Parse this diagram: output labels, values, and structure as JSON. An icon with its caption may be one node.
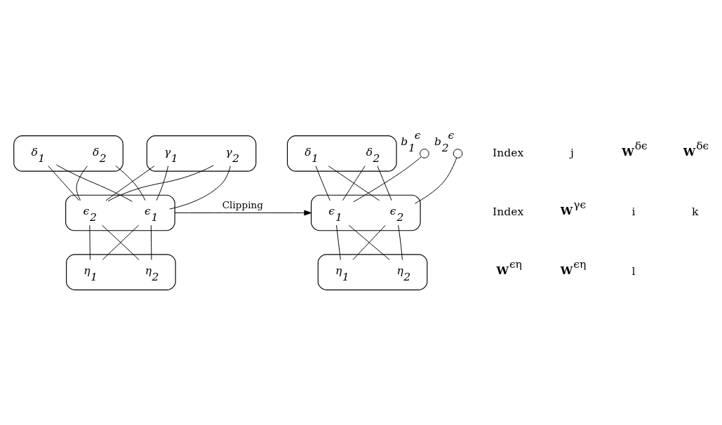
{
  "diagram": {
    "nodes": [
      {
        "text": [],
        "shape": "box"
      },
      {
        "text": [
          "δ$_{1}$"
        ],
        "in": 0
      },
      {
        "text": [
          "δ$_{2}$"
        ],
        "in": 0
      },
      {
        "text": [],
        "shape": "box"
      },
      {
        "text": [
          "γ$_{1}$"
        ],
        "in": 3
      },
      {
        "text": [
          "γ$_{2}$"
        ],
        "in": 3
      },
      {
        "text": [],
        "shape": "box"
      },
      {
        "text": [
          "ϵ$_{1}$"
        ],
        "in": 6
      },
      {
        "text": [
          "ϵ$_{2}$"
        ],
        "in": 6
      },
      {
        "text": [],
        "shape": "box"
      },
      {
        "text": [
          "η$_{1}$"
        ],
        "in": 9
      },
      {
        "text": [
          "η$_{2}$"
        ],
        "in": 9
      },
      {
        "text": [],
        "shape": "box"
      },
      {
        "text": [
          "δ$_{1}$"
        ],
        "in": 12
      },
      {
        "text": [
          "δ$_{2}$"
        ],
        "in": 12
      },
      {
        "text": [],
        "shape": "circle",
        "beside": [
          "b$_{1}$$^{ϵ}$"
        ]
      },
      {
        "text": [],
        "shape": "box"
      },
      {
        "text": [
          "ϵ$_{1}$"
        ],
        "in": 16
      },
      {
        "text": [
          "ϵ$_{2}$"
        ],
        "in": 16
      },
      {
        "text": [],
        "shape": "circle",
        "beside": [
          "b$_{2}$$^{ϵ}$"
        ]
      },
      {
        "text": [],
        "shape": "box"
      },
      {
        "text": [
          "η$_{1}$"
        ],
        "in": 20
      },
      {
        "text": [
          "η$_{2}$"
        ],
        "in": 20
      }
    ],
    "edges": [
      {
        "from": 1,
        "to": 7,
        "arrow": "none"
      },
      {
        "from": 1,
        "to": 8,
        "arrow": "none"
      },
      {
        "from": 2,
        "to": 7,
        "arrow": "none"
      },
      {
        "from": 2,
        "to": 8,
        "arrow": "none"
      },
      {
        "from": 4,
        "to": 7,
        "arrow": "none"
      },
      {
        "from": 4,
        "to": 8,
        "arrow": "none"
      },
      {
        "from": 5,
        "to": 7,
        "arrow": "none"
      },
      {
        "from": 5,
        "to": 8,
        "arrow": "none"
      },
      {
        "from": 7,
        "to": 10,
        "arrow": "none"
      },
      {
        "from": 7,
        "to": 11,
        "arrow": "none"
      },
      {
        "from": 8,
        "to": 10,
        "arrow": "none"
      },
      {
        "from": 8,
        "to": 11,
        "arrow": "none"
      },
      {
        "from": 6,
        "to": 16,
        "arrow": "to",
        "label": "Clipping"
      },
      {
        "from": 13,
        "to": 17,
        "arrow": "none"
      },
      {
        "from": 13,
        "to": 18,
        "arrow": "none"
      },
      {
        "from": 14,
        "to": 17,
        "arrow": "none"
      },
      {
        "from": 14,
        "to": 18,
        "arrow": "none"
      },
      {
        "from": 15,
        "to": 17,
        "arrow": "none"
      },
      {
        "from": 19,
        "to": 18,
        "arrow": "none"
      },
      {
        "from": 17,
        "to": 21,
        "arrow": "none"
      },
      {
        "from": 17,
        "to": 22,
        "arrow": "none"
      },
      {
        "from": 18,
        "to": 21,
        "arrow": "none"
      },
      {
        "from": 18,
        "to": 22,
        "arrow": "none"
      }
    ],
    "labels": [
      "Index",
      "j",
      "**W**$^{δϵ}$",
      "**W**$^{δϵ}$",
      "Index",
      "**W**$^{γϵ}$",
      "i",
      "k",
      "**W**$^{ϵη}$",
      "**W**$^{ϵη}$",
      "l"
    ]
  }
}
